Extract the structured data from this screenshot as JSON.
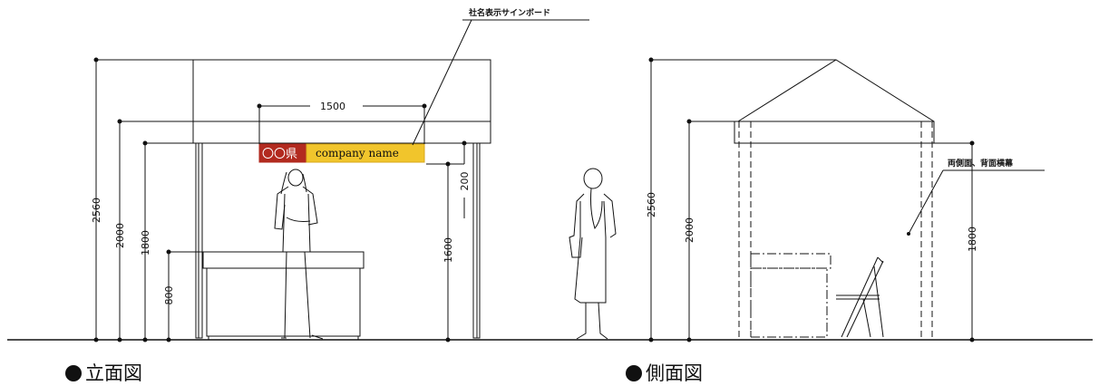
{
  "signboard": {
    "callout": "社名表示サインボード",
    "prefix": "〇〇県",
    "company": "company name",
    "red": "#b22a1f",
    "yellow": "#f1c52c"
  },
  "dims_front": {
    "width": "1500",
    "sign_height": "200",
    "total_height": "2560",
    "eave_height": "2000",
    "frame_height": "1800",
    "clearance": "1600",
    "counter_height": "800"
  },
  "dims_side": {
    "total_height": "2560",
    "eave_height": "2000",
    "frame_height": "1800",
    "callout": "両側面、背面横幕"
  },
  "captions": {
    "front": "立面図",
    "side": "側面図"
  }
}
